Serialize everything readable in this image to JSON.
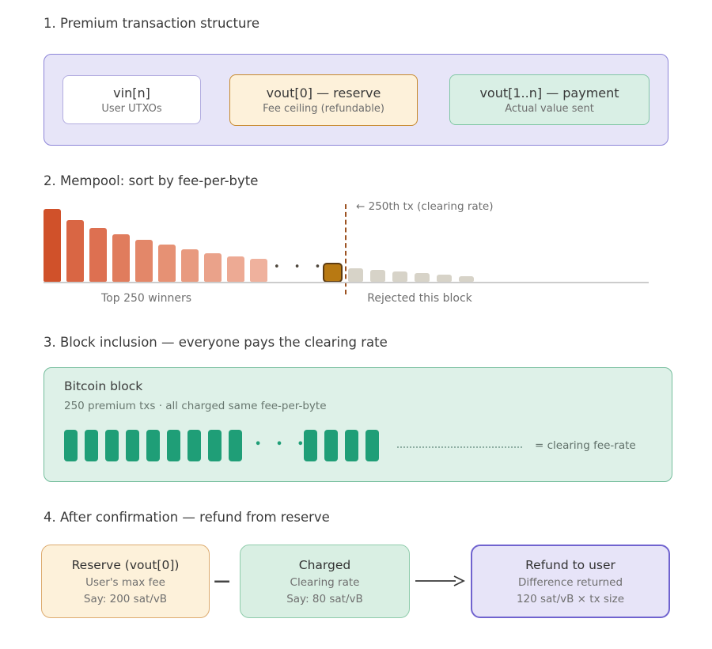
{
  "palette": {
    "purple_border": "#8d85d8",
    "purple_bg": "#e7e5f8",
    "orange_border": "#c8892c",
    "orange_bg": "#fdf1da",
    "green_border": "#82c7a6",
    "green_bg": "#d9efe5",
    "block_green": "#1f9e77",
    "gold_fill": "#b87912",
    "gold_border": "#5e3c12",
    "dashed_brown": "#9c5221",
    "gray_bar": "#d7d3c8",
    "text_dark": "#3a3a3a",
    "text_gray": "#6f6f6f"
  },
  "sections": {
    "s1": {
      "heading": "1. Premium transaction structure",
      "boxes": [
        {
          "title": "vin[n]",
          "subtitle": "User UTXOs"
        },
        {
          "title": "vout[0] — reserve",
          "subtitle": "Fee ceiling (refundable)"
        },
        {
          "title": "vout[1..n] — payment",
          "subtitle": "Actual value sent"
        }
      ]
    },
    "s2": {
      "heading": "2. Mempool: sort by fee-per-byte",
      "clearing_label": "← 250th tx (clearing rate)",
      "winners_label": "Top 250 winners",
      "rejected_label": "Rejected this block",
      "ellipsis": "• • •",
      "winner_bars": {
        "heights": [
          92,
          78,
          68,
          60,
          53,
          47,
          41,
          36,
          32,
          29
        ],
        "colors": [
          "#d0512a",
          "#d96644",
          "#dd7051",
          "#e07c5d",
          "#e38769",
          "#e69174",
          "#e89a7f",
          "#eaa28a",
          "#edaa94",
          "#efb19d"
        ]
      },
      "clearing_bar": {
        "height": 25,
        "fill": "#b87912",
        "border": "#5e3c12"
      },
      "rejected_bars": {
        "heights": [
          17,
          15,
          13,
          11,
          9,
          7
        ],
        "color": "#d7d3c8"
      }
    },
    "s3": {
      "heading": "3. Block inclusion — everyone pays the clearing rate",
      "block_title": "Bitcoin block",
      "block_subtitle": "250 premium txs · all charged same fee-per-byte",
      "ellipsis": "• • •",
      "clearing_note": "= clearing fee-rate",
      "tx_bars": {
        "count_left": 9,
        "count_right": 4,
        "color": "#1f9e77"
      }
    },
    "s4": {
      "heading": "4. After confirmation — refund from reserve",
      "minus": "−",
      "boxes": [
        {
          "title": "Reserve (vout[0])",
          "line1": "User's max fee",
          "line2": "Say: 200 sat/vB"
        },
        {
          "title": "Charged",
          "line1": "Clearing rate",
          "line2": "Say: 80 sat/vB"
        },
        {
          "title": "Refund to user",
          "line1": "Difference returned",
          "line2": "120 sat/vB × tx size"
        }
      ]
    }
  }
}
